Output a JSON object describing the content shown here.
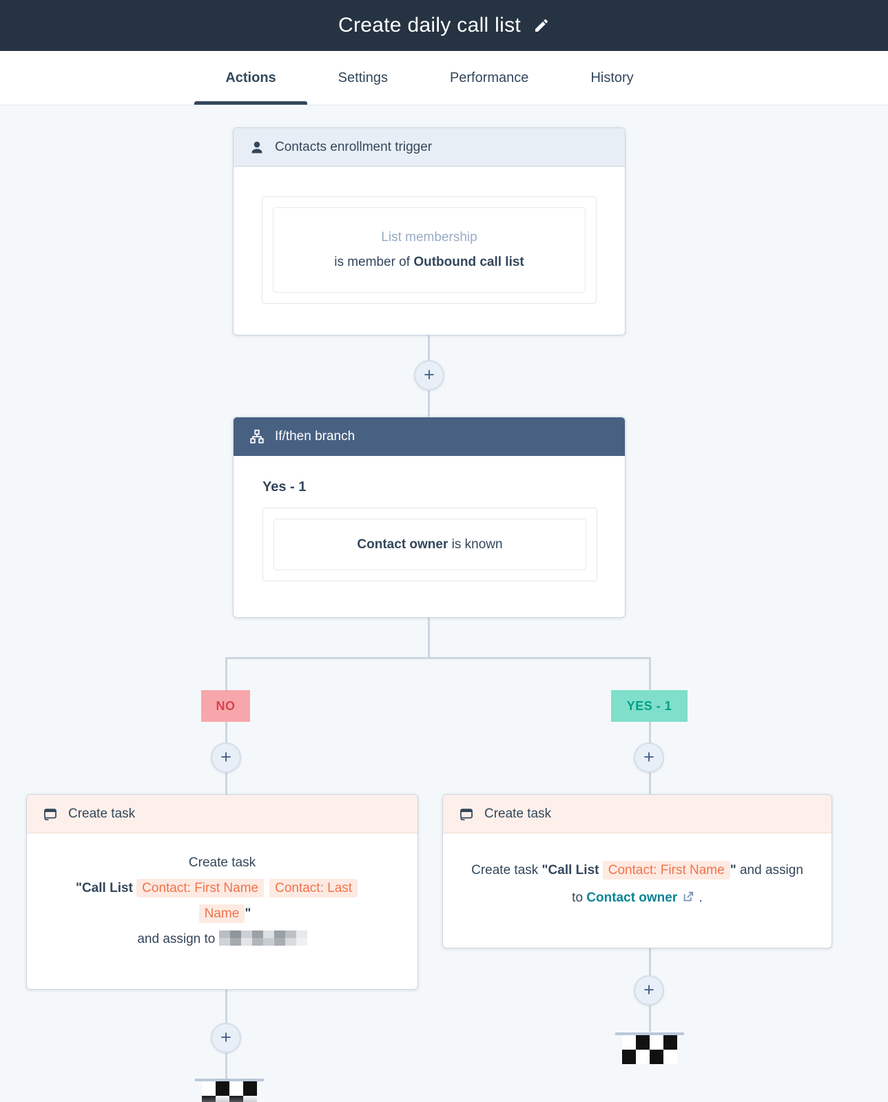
{
  "header": {
    "title": "Create daily call list"
  },
  "tabs": {
    "actions": "Actions",
    "settings": "Settings",
    "performance": "Performance",
    "history": "History"
  },
  "workflow": {
    "add_step_label": "+",
    "trigger": {
      "header": "Contacts enrollment trigger",
      "filter_type": "List membership",
      "condition_prefix": "is member of ",
      "condition_value": "Outbound call list"
    },
    "if_then": {
      "header": "If/then branch",
      "branch_name": "Yes - 1",
      "condition_property": "Contact owner",
      "condition_operator": " is known"
    },
    "branch_no": "NO",
    "branch_yes": "YES - 1",
    "task_no": {
      "header": "Create task",
      "summary_line1": "Create task",
      "quote_open": "\"Call List ",
      "token_first_name": "Contact: First Name",
      "token_last_name": "Contact: Last Name",
      "quote_close": "\"",
      "assign_prefix": "and assign to "
    },
    "task_yes": {
      "header": "Create task",
      "summary_prefix": "Create task ",
      "quote_open": "\"Call List ",
      "token_first_name": "Contact: First Name",
      "quote_close": "\"",
      "assign_middle": " and assign to ",
      "assignee": "Contact owner",
      "suffix": " ."
    }
  },
  "colors": {
    "header_bg": "#253342",
    "canvas_bg": "#f5f8fa",
    "card_border": "#cbd6e2",
    "trigger_header_bg": "#e8eef5",
    "branch_header_bg": "#486183",
    "task_header_bg": "#fdf0ea",
    "no_badge_bg": "#f7a7ac",
    "no_badge_text": "#d9434e",
    "yes_badge_bg": "#7fdfca",
    "yes_badge_text": "#00a087",
    "token_text": "#f2734c",
    "token_bg": "#fdeae2",
    "link_teal": "#0a8595",
    "text_primary": "#33475b",
    "text_muted": "#99acc2",
    "connector": "#cbd6e2"
  }
}
